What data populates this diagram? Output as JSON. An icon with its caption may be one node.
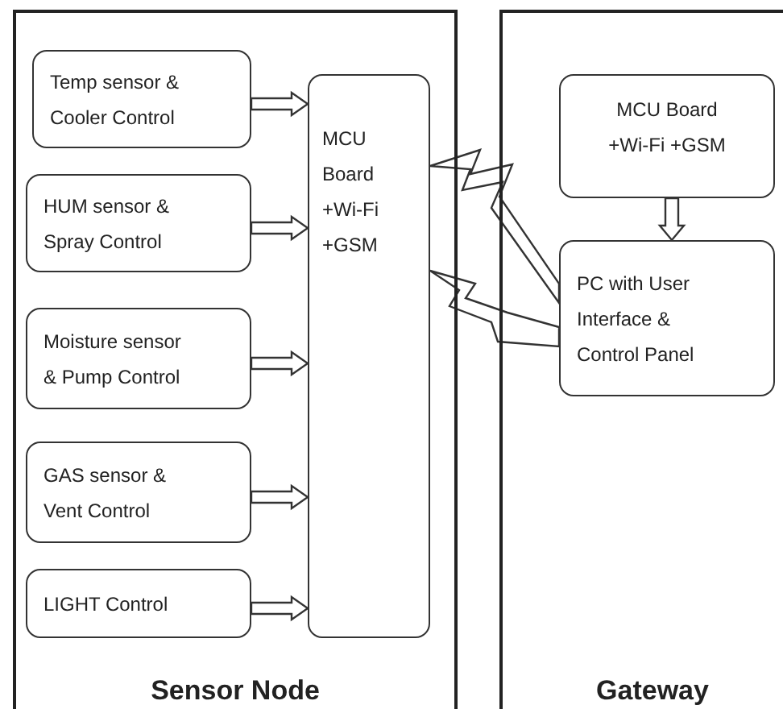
{
  "diagram": {
    "nodes": [
      {
        "text": [
          "Sensor Node"
        ]
      },
      {
        "text": [
          "Temp sensor & Cooler Control"
        ],
        "in": 0
      },
      {
        "text": [
          "HUM sensor & Spray Control"
        ],
        "in": 0
      },
      {
        "text": [
          "Moisture sensor & Pump Control"
        ],
        "in": 0
      },
      {
        "text": [
          "GAS sensor & Vent Control"
        ],
        "in": 0
      },
      {
        "text": [
          "LIGHT Control"
        ],
        "in": 0
      },
      {
        "text": [
          "MCU Board +Wi-Fi +GSM"
        ],
        "in": 0
      },
      {
        "text": [
          "Gateway"
        ]
      },
      {
        "text": [
          "MCU Board +Wi-Fi +GSM"
        ],
        "in": 7
      },
      {
        "text": [
          "PC with User Interface & Control Panel"
        ],
        "in": 7
      }
    ],
    "edges": [
      {
        "from": 1,
        "to": 6,
        "arrow": "to"
      },
      {
        "from": 2,
        "to": 6,
        "arrow": "to"
      },
      {
        "from": 3,
        "to": 6,
        "arrow": "to"
      },
      {
        "from": 4,
        "to": 6,
        "arrow": "to"
      },
      {
        "from": 5,
        "to": 6,
        "arrow": "to"
      },
      {
        "from": 6,
        "to": 9,
        "arrow": "none"
      },
      {
        "from": 6,
        "to": 9,
        "arrow": "none"
      },
      {
        "from": 8,
        "to": 9,
        "arrow": "to"
      }
    ]
  }
}
